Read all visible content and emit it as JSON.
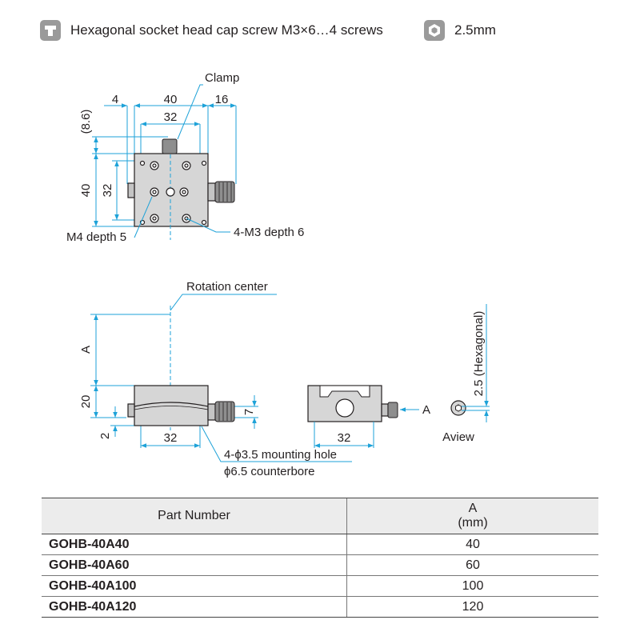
{
  "header": {
    "screw_text": "Hexagonal socket head cap screw M3×6…4 screws",
    "wrench_text": "2.5mm",
    "screw_icon": "socket-screw-icon",
    "wrench_icon": "hex-key-icon"
  },
  "top_view": {
    "clamp": "Clamp",
    "dim_4": "4",
    "dim_40_top": "40",
    "dim_16": "16",
    "dim_32_top": "32",
    "dim_8_6": "(8.6)",
    "dim_40_left": "40",
    "dim_32_left": "32",
    "m4": "M4 depth 5",
    "m3": "4-M3 depth 6"
  },
  "side_view": {
    "rotation": "Rotation center",
    "dim_A": "A",
    "dim_20": "20",
    "dim_2": "2",
    "dim_7": "7",
    "dim_32": "32",
    "mount1": "4-ϕ3.5 mounting hole",
    "mount2": "ϕ6.5 counterbore"
  },
  "front_view": {
    "dim_32": "32",
    "arrow_A": "A"
  },
  "a_view": {
    "label": "Aview",
    "hex": "2.5 (Hexagonal)"
  },
  "table": {
    "col_part": "Part Number",
    "col_a": "A",
    "col_unit": "(mm)",
    "rows": [
      {
        "part": "GOHB-40A40",
        "a": "40"
      },
      {
        "part": "GOHB-40A60",
        "a": "60"
      },
      {
        "part": "GOHB-40A100",
        "a": "100"
      },
      {
        "part": "GOHB-40A120",
        "a": "120"
      }
    ]
  },
  "colors": {
    "dimension": "#1ea2d8",
    "part_fill": "#d6d6d6",
    "icon": "#9a9a9a"
  }
}
